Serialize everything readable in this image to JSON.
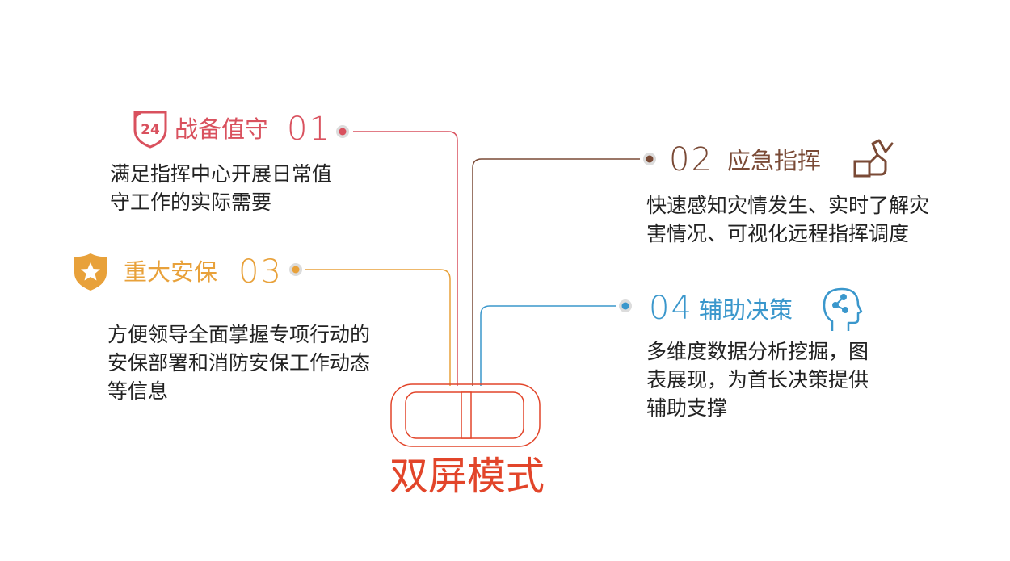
{
  "colors": {
    "item1": "#d9515e",
    "item2": "#7a4a36",
    "item3": "#e8a13a",
    "item4": "#3a97cc",
    "center": "#e2452a",
    "connector_gray": "#dcdcdc"
  },
  "items": [
    {
      "title": "战备值守",
      "num": "01",
      "icon": "shield-24-icon",
      "desc": [
        "满足指挥中心开展日常值",
        "守工作的实际需要"
      ]
    },
    {
      "title": "应急指挥",
      "num": "02",
      "icon": "command-hand-icon",
      "desc": [
        "快速感知灾情发生、实时了解灾",
        "害情况、可视化远程指挥调度"
      ]
    },
    {
      "title": "重大安保",
      "num": "03",
      "icon": "shield-star-icon",
      "desc": [
        "方便领导全面掌握专项行动的",
        "安保部署和消防安保工作动态",
        "等信息"
      ]
    },
    {
      "title": "辅助决策",
      "num": "04",
      "icon": "head-network-icon",
      "desc": [
        "多维度数据分析挖掘，图",
        "表展现，为首长决策提供",
        "辅助支撑"
      ]
    }
  ],
  "center": {
    "label": "双屏模式",
    "icon": "dual-screen-icon",
    "badge_text": "24"
  }
}
